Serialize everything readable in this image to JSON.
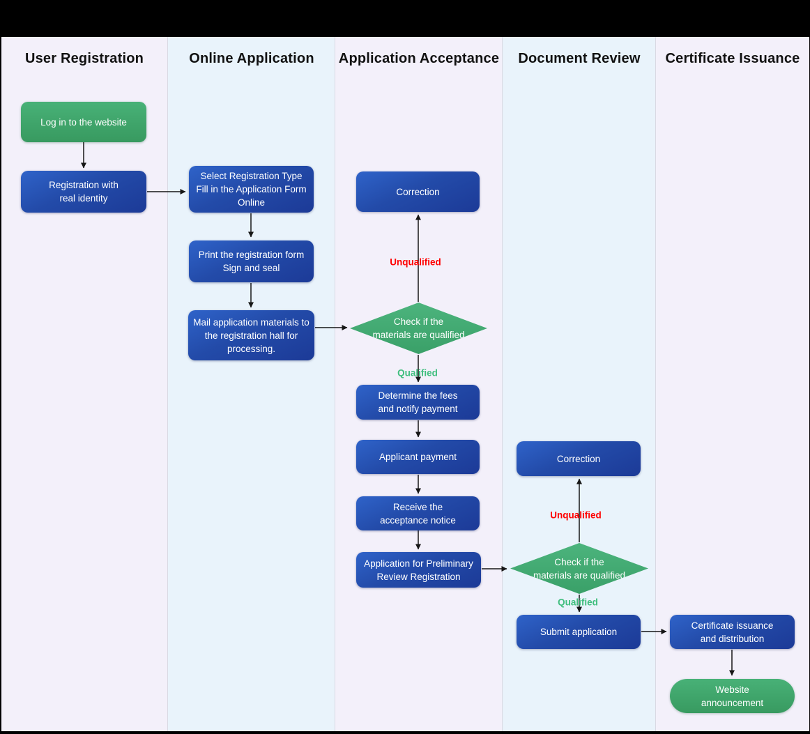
{
  "window": {
    "top_bar_color": "#000000",
    "frame_color": "#000000"
  },
  "lanes": [
    {
      "title": "User Registration",
      "bg": "#f3f0fa"
    },
    {
      "title": "Online Application",
      "bg": "#e9f3fb"
    },
    {
      "title": "Application Acceptance",
      "bg": "#f3f0fa"
    },
    {
      "title": "Document Review",
      "bg": "#e9f3fb"
    },
    {
      "title": "Certificate Issuance",
      "bg": "#f3f0fa"
    }
  ],
  "nodes": {
    "login": {
      "label": "Log in to the website",
      "shape": "rounded-rect",
      "color": "green"
    },
    "register": {
      "label": "Registration with\nreal identity",
      "shape": "rounded-rect",
      "color": "blue"
    },
    "select_type": {
      "label": "Select Registration Type\nFill in the Application Form\nOnline",
      "shape": "rounded-rect",
      "color": "blue"
    },
    "print_form": {
      "label": "Print the registration form\nSign and seal",
      "shape": "rounded-rect",
      "color": "blue"
    },
    "mail_materials": {
      "label": "Mail application materials to\nthe registration hall for\nprocessing.",
      "shape": "rounded-rect",
      "color": "blue"
    },
    "correction1": {
      "label": "Correction",
      "shape": "rounded-rect",
      "color": "blue"
    },
    "check1": {
      "label": "Check if the\nmaterials are qualified",
      "shape": "diamond",
      "color": "green"
    },
    "determine_fees": {
      "label": "Determine the fees\nand notify payment",
      "shape": "rounded-rect",
      "color": "blue"
    },
    "applicant_payment": {
      "label": "Applicant payment",
      "shape": "rounded-rect",
      "color": "blue"
    },
    "receive_notice": {
      "label": "Receive the\nacceptance notice",
      "shape": "rounded-rect",
      "color": "blue"
    },
    "app_preliminary": {
      "label": "Application for Preliminary\nReview Registration",
      "shape": "rounded-rect",
      "color": "blue"
    },
    "correction2": {
      "label": "Correction",
      "shape": "rounded-rect",
      "color": "blue"
    },
    "check2": {
      "label": "Check if the\nmaterials are qualified",
      "shape": "diamond",
      "color": "green"
    },
    "submit_application": {
      "label": "Submit application",
      "shape": "rounded-rect",
      "color": "blue"
    },
    "cert_issuance": {
      "label": "Certificate issuance\nand distribution",
      "shape": "rounded-rect",
      "color": "blue"
    },
    "website_announcement": {
      "label": "Website\nannouncement",
      "shape": "pill",
      "color": "green"
    }
  },
  "edge_labels": {
    "unqualified1": {
      "text": "Unqualified",
      "color": "#ff0000"
    },
    "qualified1": {
      "text": "Qualified",
      "color": "#3fbe7e"
    },
    "unqualified2": {
      "text": "Unqualified",
      "color": "#ff0000"
    },
    "qualified2": {
      "text": "Qualified",
      "color": "#3fbe7e"
    }
  },
  "colors": {
    "node_blue_top": "#2f63c9",
    "node_blue_bottom": "#1c3a97",
    "node_green_top": "#48b177",
    "node_green_bottom": "#389a60",
    "arrow": "#161616",
    "lane_divider": "#d9d9e3",
    "header_text": "#111111"
  }
}
